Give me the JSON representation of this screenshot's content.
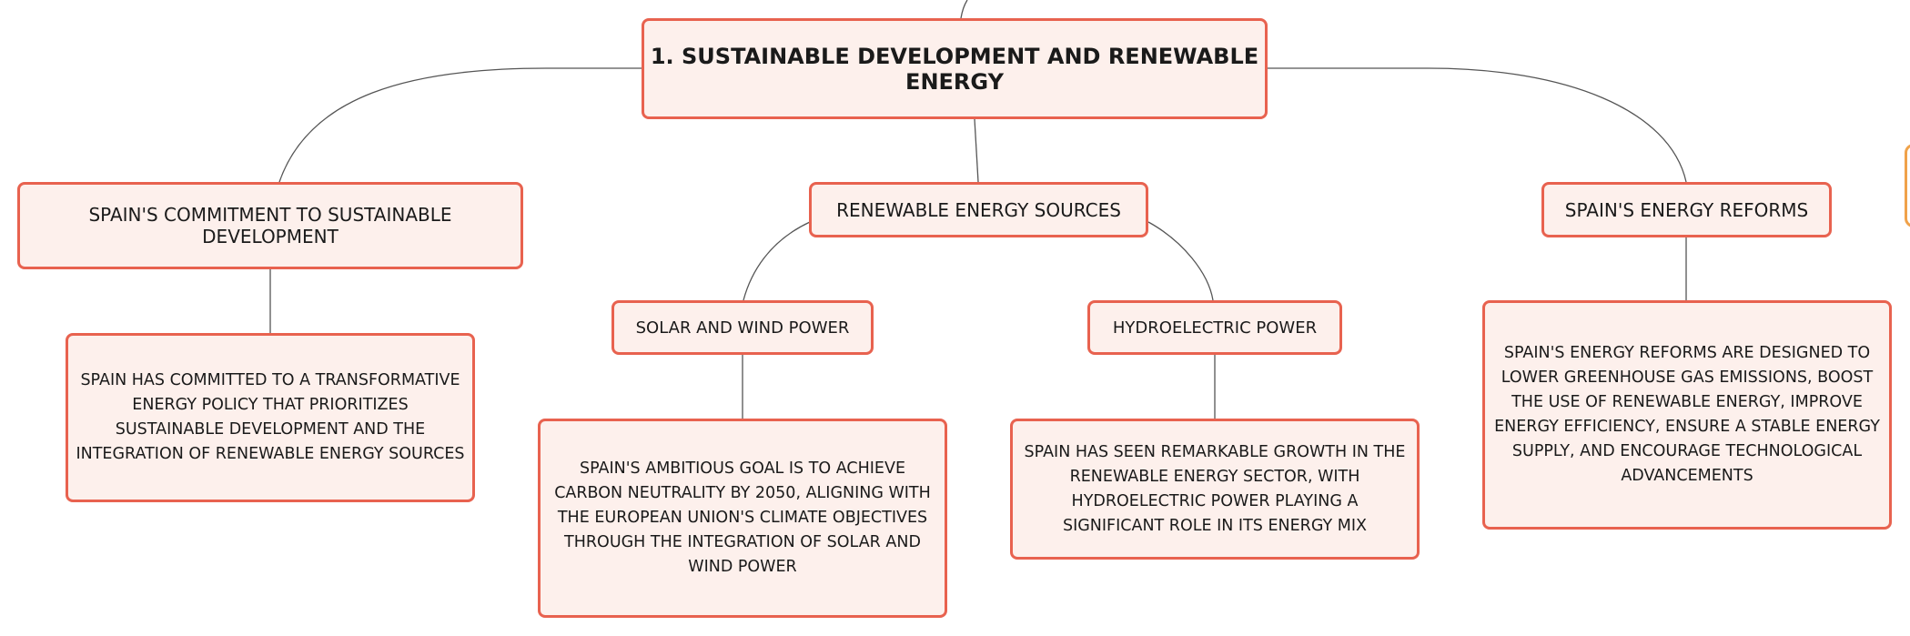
{
  "diagram": {
    "root": "1. SUSTAINABLE DEVELOPMENT AND RENEWABLE ENERGY",
    "commitment": {
      "title": "SPAIN'S COMMITMENT TO SUSTAINABLE DEVELOPMENT",
      "detail": "SPAIN HAS COMMITTED TO A TRANSFORMATIVE ENERGY POLICY THAT PRIORITIZES SUSTAINABLE DEVELOPMENT AND THE INTEGRATION OF RENEWABLE ENERGY SOURCES"
    },
    "sources": {
      "title": "RENEWABLE ENERGY SOURCES",
      "solar_wind": {
        "title": "SOLAR AND WIND POWER",
        "detail": "SPAIN'S AMBITIOUS GOAL IS TO ACHIEVE CARBON NEUTRALITY BY 2050, ALIGNING WITH THE EUROPEAN UNION'S CLIMATE OBJECTIVES THROUGH THE INTEGRATION OF SOLAR AND WIND POWER"
      },
      "hydro": {
        "title": "HYDROELECTRIC POWER",
        "detail": "SPAIN HAS SEEN REMARKABLE GROWTH IN THE RENEWABLE ENERGY SECTOR, WITH HYDROELECTRIC POWER PLAYING A SIGNIFICANT ROLE IN ITS ENERGY MIX"
      }
    },
    "reforms": {
      "title": "SPAIN'S ENERGY REFORMS",
      "detail": "SPAIN'S ENERGY REFORMS ARE DESIGNED TO LOWER GREENHOUSE GAS EMISSIONS, BOOST THE USE OF RENEWABLE ENERGY, IMPROVE ENERGY EFFICIENCY, ENSURE A STABLE ENERGY SUPPLY, AND ENCOURAGE TECHNOLOGICAL ADVANCEMENTS"
    }
  },
  "colors": {
    "node_border": "#e8624f",
    "node_fill": "#fdf0ec",
    "connector": "#555555",
    "side_tab": "#f0a24a"
  }
}
